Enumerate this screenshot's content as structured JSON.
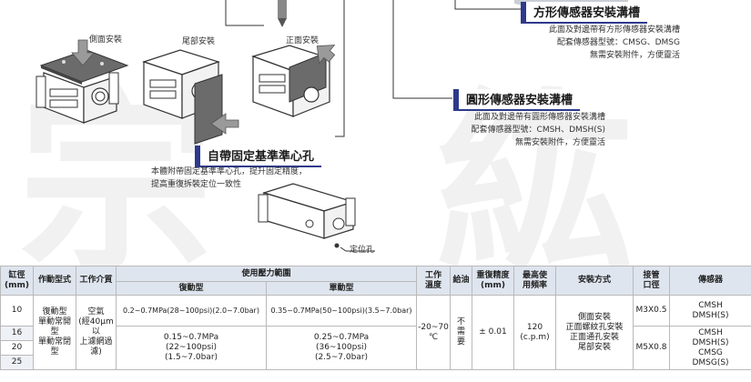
{
  "labels": {
    "side_mount": "側面安裝",
    "tail_mount": "尾部安裝",
    "front_mount": "正面安裝",
    "locating_hole": "定位孔"
  },
  "square_sensor": {
    "title": "方形傳感器安裝溝槽",
    "lines": [
      "此面及對邊帶有方形傳感器安裝溝槽",
      "配套傳感器型號：CMSG、DMSG",
      "無需安裝附件，方便靈活"
    ]
  },
  "round_sensor": {
    "title": "圓形傳感器安裝溝槽",
    "lines": [
      "此面及對邊帶有圓形傳感器安裝溝槽",
      "配套傳感器型號：CMSH、DMSH(S)",
      "無需安裝附件，方便靈活"
    ]
  },
  "centering_hole": {
    "title": "自帶固定基準準心孔",
    "lines": [
      "本體附帶固定基準準心孔，提升固定精度，",
      "提高重復拆裝定位一致性"
    ]
  },
  "watermark": {
    "left": "宗",
    "right": "紘"
  },
  "table": {
    "headers": {
      "bore": "缸徑\n(mm)",
      "action": "作動型式",
      "medium": "工作介質",
      "pressure": "使用壓力範圍",
      "double": "復動型",
      "single": "單動型",
      "temp": "工作\n溫度",
      "lube": "給油",
      "repeat": "重復精度\n(mm)",
      "freq": "最高使\n用頻率",
      "mount": "安裝方式",
      "port": "接管\n口徑",
      "sensor": "傳感器"
    },
    "sizes": [
      "10",
      "16",
      "20",
      "25"
    ],
    "action": "復動型\n單動常開型\n單動常閉型",
    "medium": "空氣\n(經40μm以\n上濾網過濾)",
    "p10_double": "0.2~0.7MPa(28~100psi)(2.0~7.0bar)",
    "p10_single": "0.35~0.7MPa(50~100psi)(3.5~7.0bar)",
    "pbig_double": "0.15~0.7MPa\n(22~100psi)\n(1.5~7.0bar)",
    "pbig_single": "0.25~0.7MPa\n(36~100psi)\n(2.5~7.0bar)",
    "temp": "-20~70\n℃",
    "lube": "不\n需\n要",
    "repeat": "± 0.01",
    "freq": "120\n(c.p.m)",
    "mount": "側面安裝\n正面螺紋孔安裝\n正面通孔安裝\n尾部安裝",
    "port_small": "M3X0.5",
    "port_large": "M5X0.8",
    "sensor_small": "CMSH\nDMSH(S)",
    "sensor_large": "CMSH\nDMSH(S)\nCMSG\nDMSG(S)"
  },
  "colors": {
    "accent": "#2d3a8c",
    "header_bg": "#dfe5ef",
    "plate": "#6b6b6b",
    "arrow": "#9a9a9a"
  }
}
